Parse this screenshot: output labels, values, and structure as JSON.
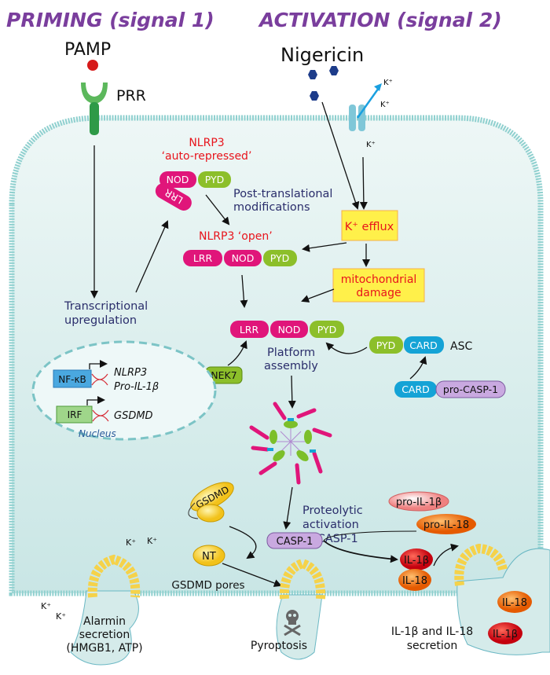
{
  "titles": {
    "priming": "PRIMING (signal 1)",
    "activation": "ACTIVATION (signal 2)"
  },
  "colors": {
    "title": "#7a3e9d",
    "pink": "#e0157a",
    "green": "#8cbf2a",
    "cyan": "#14a3d6",
    "yellow_box": "#fff04a",
    "cell": "#d5ebea",
    "membrane": "#8fd0cf",
    "purple": "#b68fd0"
  },
  "labels": {
    "pamp": "PAMP",
    "prr": "PRR",
    "nigericin": "Nigericin",
    "k1": "K⁺",
    "k2": "K⁺",
    "k3": "K⁺",
    "nlrp3_repressed_1": "NLRP3",
    "nlrp3_repressed_2": "‘auto-repressed’",
    "ptm_1": "Post-translational",
    "ptm_2": "modifications",
    "nlrp3_open": "NLRP3 ‘open’",
    "k_efflux": "K⁺ efflux",
    "mito_1": "mitochondrial",
    "mito_2": "damage",
    "transcr_1": "Transcriptional",
    "transcr_2": "upregulation",
    "platform_1": "Platform",
    "platform_2": "assembly",
    "asc": "ASC",
    "nek7": "NEK7",
    "nfkb": "NF-κB",
    "irf": "IRF",
    "gene_nlrp3": "NLRP3",
    "gene_proil1b": "Pro-IL-1β",
    "gene_gsdmd": "GSDMD",
    "nucleus": "Nucleus",
    "gsdmd": "GSDMD",
    "nt": "NT",
    "proteo_1": "Proteolytic",
    "proteo_2": "activation",
    "proteo_3": "of CASP-1",
    "casp1": "CASP-1",
    "pro_il1b": "pro-IL-1β",
    "pro_il18": "pro-IL-18",
    "il1b": "IL-1β",
    "il18": "IL-18",
    "il18_out": "IL-18",
    "il1b_out": "IL-1β",
    "k_in1": "K⁺",
    "k_in2": "K⁺",
    "k_out1": "K⁺",
    "k_out2": "K⁺",
    "gsdmd_pores": "GSDMD pores",
    "alarmin_1": "Alarmin",
    "alarmin_2": "secretion",
    "alarmin_3": "(HMGB1, ATP)",
    "pyroptosis": "Pyroptosis",
    "secretion_1": "IL-1β and IL-18",
    "secretion_2": "secretion"
  },
  "domains": {
    "nod": "NOD",
    "pyd": "PYD",
    "lrr": "LRR",
    "card": "CARD",
    "pro_casp1": "pro-CASP-1"
  },
  "icons": [
    "pamp-dot",
    "prr-receptor",
    "nigericin-hexagon",
    "potassium-channel",
    "dna-helix",
    "inflammasome",
    "gsdmd-pore",
    "skull-crossbones-icon"
  ]
}
